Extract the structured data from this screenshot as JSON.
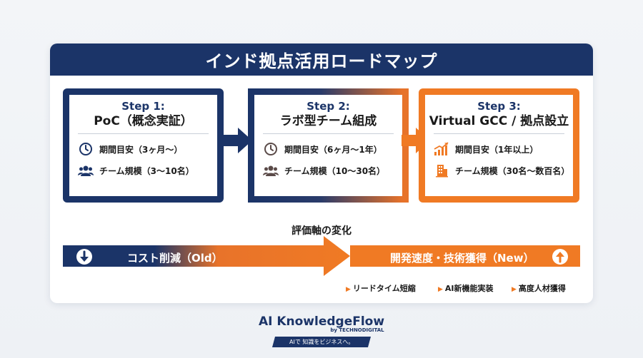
{
  "title": "インド拠点活用ロードマップ",
  "steps": [
    {
      "step": "Step 1:",
      "name": "PoC（概念実証）",
      "period": "期間目安（3ヶ月〜）",
      "team": "チーム規模（3〜10名）",
      "period_icon": "clock-icon",
      "team_icon": "people-icon"
    },
    {
      "step": "Step 2:",
      "name": "ラボ型チーム組成",
      "period": "期間目安（6ヶ月〜1年）",
      "team": "チーム規模（10〜30名）",
      "period_icon": "clock-icon",
      "team_icon": "people-icon"
    },
    {
      "step": "Step 3:",
      "name": "Virtual GCC / 拠点設立",
      "period": "期間目安（1年以上）",
      "team": "チーム規模（30名〜数百名）",
      "period_icon": "growth-chart-icon",
      "team_icon": "building-icon"
    }
  ],
  "axis": {
    "label": "評価軸の変化",
    "old": "コスト削減（Old）",
    "new": "開発速度・技術獲得（New）",
    "tags": [
      "リードタイム短縮",
      "AI新機能実装",
      "高度人材獲得"
    ]
  },
  "footer": {
    "brand_ai": "AI",
    "brand_name": "KnowledgeFlow",
    "by": "by TECHNODIGITAL",
    "tagline": "AIで 知識をビジネスへ。"
  },
  "colors": {
    "navy": "#1b3468",
    "orange": "#f07a24",
    "background": "#f1f3f7"
  }
}
